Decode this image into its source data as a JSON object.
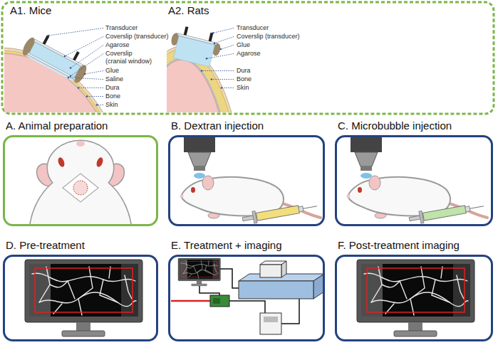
{
  "diagram": {
    "nodes": [
      {
        "text": [
          "A. Animal preparation"
        ]
      },
      {
        "text": [
          "B. Dextran injection"
        ]
      },
      {
        "text": [
          "C. Microbubble injection"
        ]
      },
      {
        "text": [
          "D. Pre-treatment"
        ]
      },
      {
        "text": [
          "E. Treatment + imaging"
        ]
      },
      {
        "text": [
          "F. Post-treatment imaging"
        ]
      }
    ],
    "labels": [
      "A1. Mice",
      "Transducer",
      "Coverslip (transducer)",
      "Agarose",
      "Coverslip (cranial window)",
      "Glue",
      "Saline",
      "Dura",
      "Bone",
      "Skin",
      "A2. Rats",
      "Transducer",
      "Coverslip (transducer)",
      "Glue",
      "Agarose",
      "Dura",
      "Bone",
      "Skin"
    ]
  }
}
